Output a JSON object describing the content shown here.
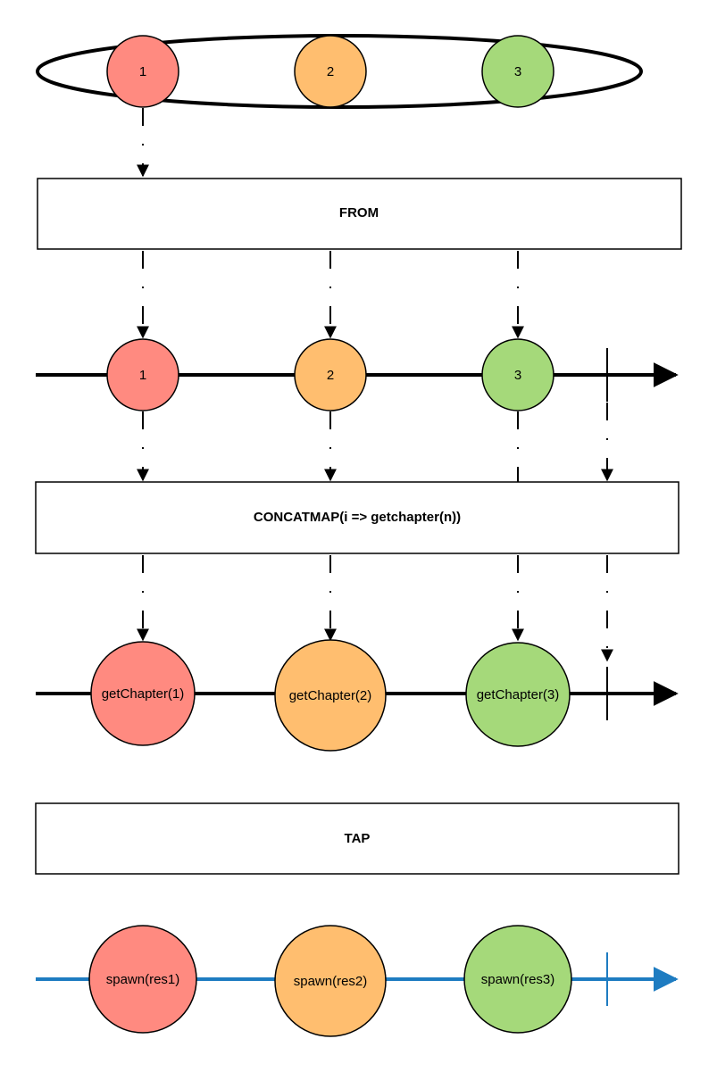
{
  "diagram": {
    "source": {
      "items": [
        "1",
        "2",
        "3"
      ]
    },
    "operators": {
      "from": "FROM",
      "concatmap": "CONCATMAP(i => getchapter(n))",
      "tap": "TAP"
    },
    "stream1": {
      "items": [
        "1",
        "2",
        "3"
      ]
    },
    "stream2": {
      "items": [
        "getChapter(1)",
        "getChapter(2)",
        "getChapter(3)"
      ]
    },
    "stream3": {
      "items": [
        "spawn(res1)",
        "spawn(res2)",
        "spawn(res3)"
      ]
    },
    "colors": {
      "red": "#FF8A80",
      "orange": "#FFBE6F",
      "green": "#A5D97A",
      "black": "#000000",
      "blue": "#1E7CC1"
    }
  }
}
